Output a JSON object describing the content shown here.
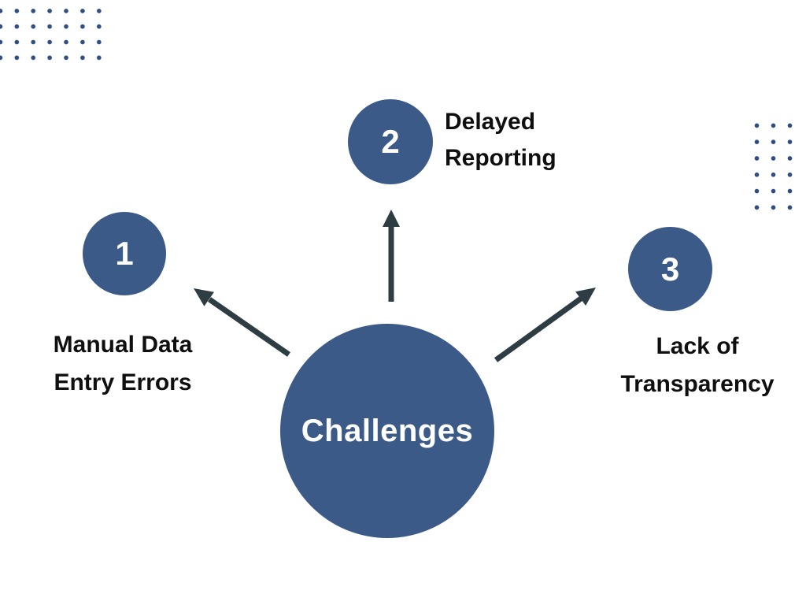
{
  "title": "Challenges diagram",
  "colors": {
    "circle_blue": "#3c5a88",
    "dot_blue": "#2f4d80",
    "arrow_dark": "#2e3d44",
    "text_black": "#0f0f0f",
    "background": "#ffffff"
  },
  "center": {
    "label": "Challenges"
  },
  "items": [
    {
      "number": "1",
      "label": "Manual Data Entry Errors",
      "label_lines": [
        "Manual Data",
        "Entry Errors"
      ]
    },
    {
      "number": "2",
      "label": "Delayed Reporting",
      "label_lines": [
        "Delayed",
        "Reporting"
      ]
    },
    {
      "number": "3",
      "label": "Lack of Transparency",
      "label_lines": [
        "Lack of",
        "Transparency"
      ]
    }
  ],
  "decorations": {
    "dot_grid_top_left": "7x4 dot grid",
    "dot_grid_right": "3x6 dot grid"
  }
}
